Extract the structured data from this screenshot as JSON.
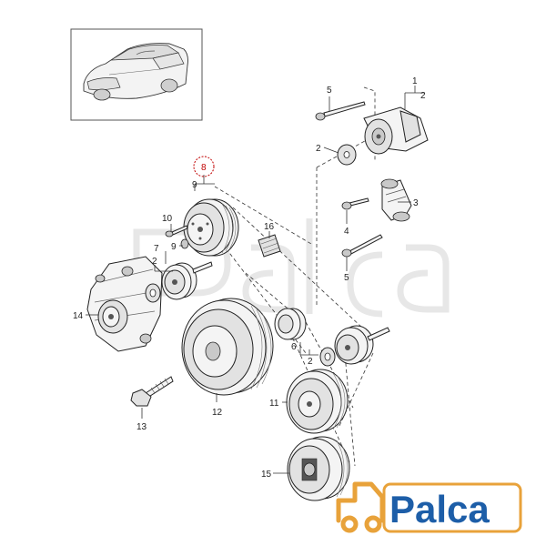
{
  "diagram": {
    "part_labels": {
      "p1": "1",
      "p2a": "2",
      "p2b": "2",
      "p2c": "2",
      "p2d": "2",
      "p3": "3",
      "p4": "4",
      "p5a": "5",
      "p5b": "5",
      "p6": "6",
      "p7": "7",
      "p8": "8",
      "p9a": "9",
      "p9b": "9",
      "p10": "10",
      "p11": "11",
      "p12": "12",
      "p13": "13",
      "p14": "14",
      "p15": "15",
      "p16": "16"
    },
    "highlight_color": "#c00000"
  },
  "logo": {
    "text": "Palca",
    "color": "#1d5ea8",
    "accent_color": "#e8a23a"
  }
}
